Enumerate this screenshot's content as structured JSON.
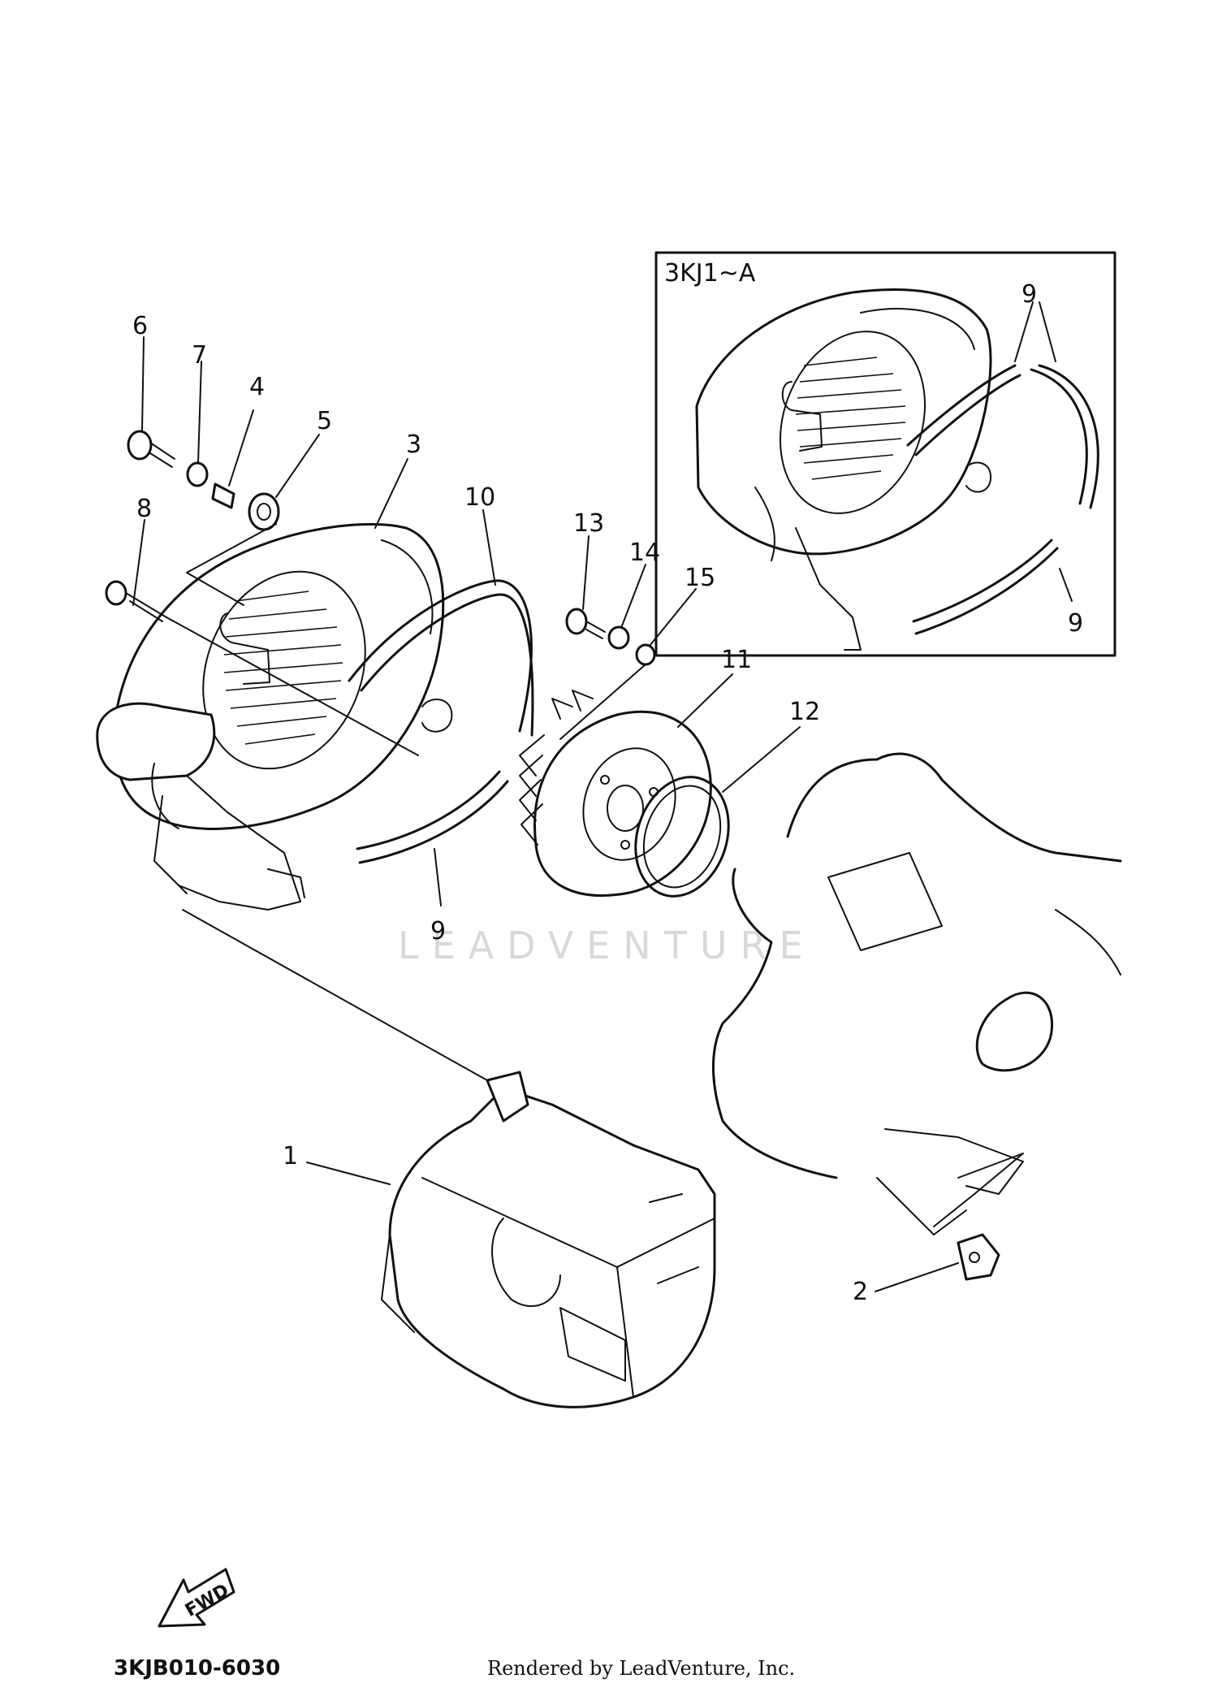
{
  "inset": {
    "label": "3KJ1~A",
    "callouts": [
      "9",
      "9"
    ]
  },
  "callouts": [
    "1",
    "2",
    "3",
    "4",
    "5",
    "6",
    "7",
    "8",
    "9",
    "10",
    "11",
    "12",
    "13",
    "14",
    "15"
  ],
  "watermark": "LEADVENTURE",
  "direction_badge": "FWD",
  "diagram_code": "3KJB010-6030",
  "rendered_by": "Rendered by LeadVenture, Inc.",
  "colors": {
    "ink": "#111111",
    "watermark": "#d8d8d8",
    "background": "#ffffff"
  }
}
